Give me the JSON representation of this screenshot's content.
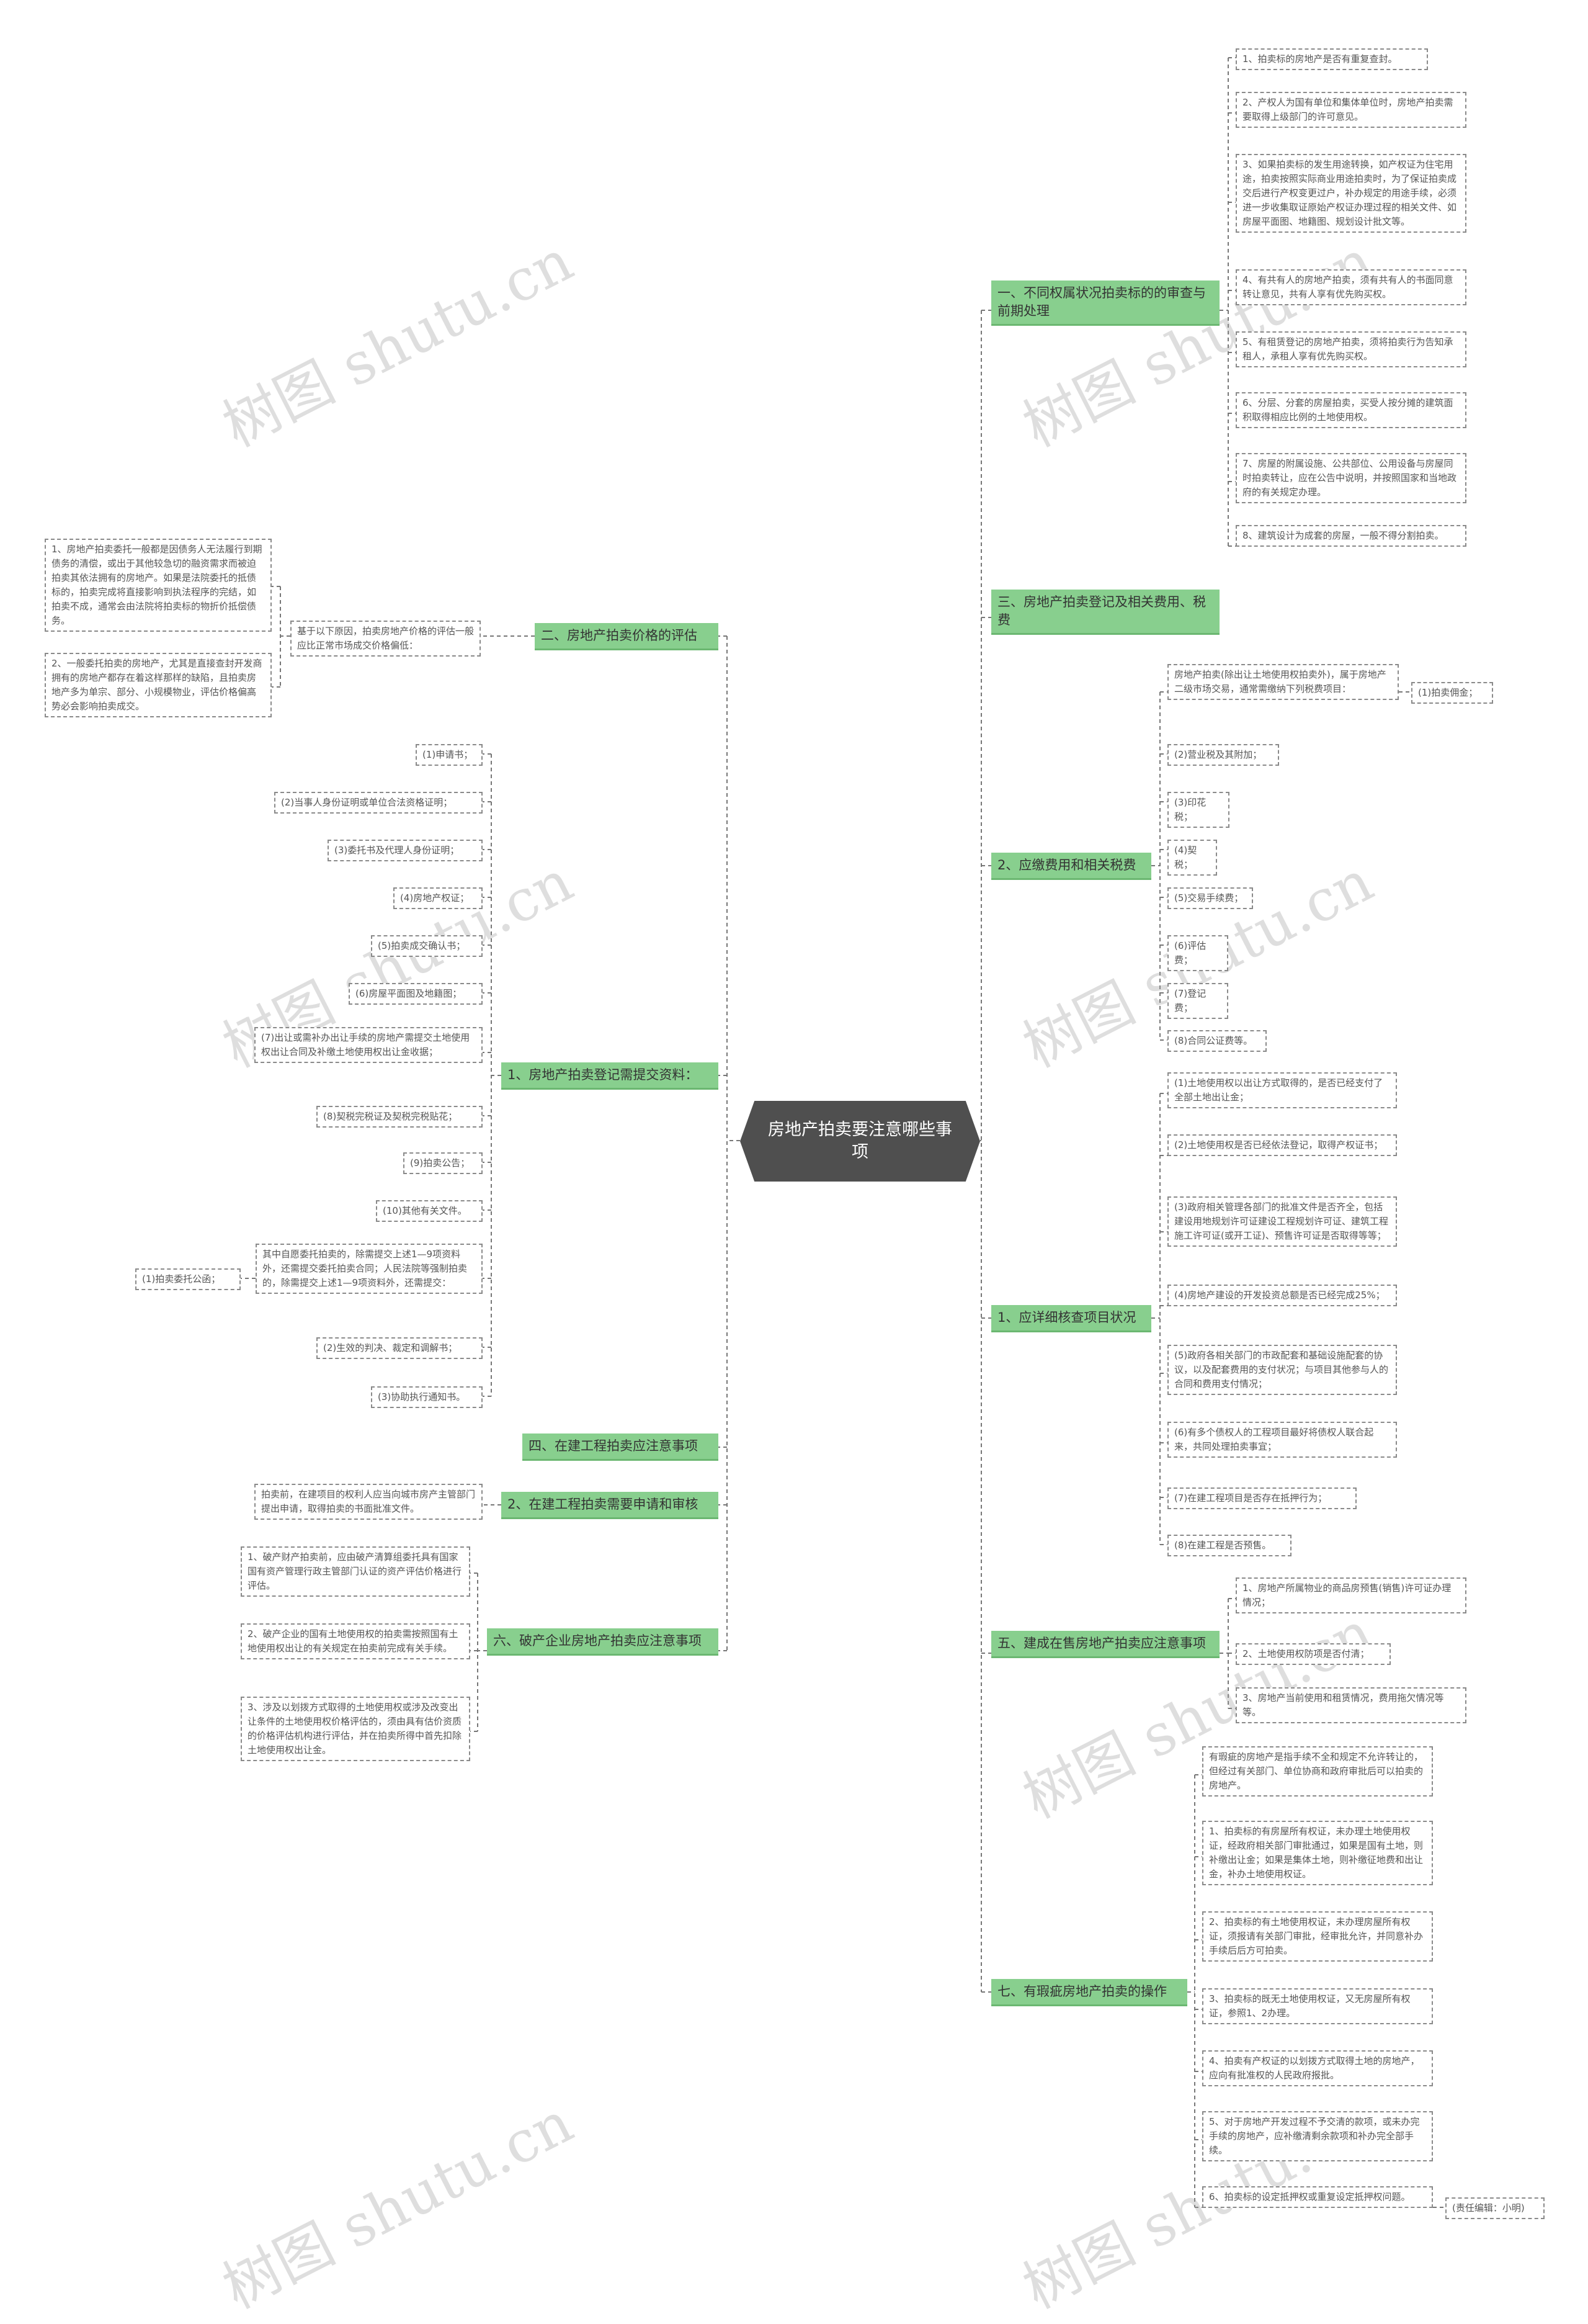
{
  "root": "房地产拍卖要注意哪些事项",
  "watermark": "树图 shutu.cn",
  "right": {
    "b1": {
      "label": "一、不同权属状况拍卖标的的审查与前期处理",
      "items": [
        "1、拍卖标的房地产是否有重复查封。",
        "2、产权人为国有单位和集体单位时，房地产拍卖需要取得上级部门的许可意见。",
        "3、如果拍卖标的发生用途转换，如产权证为住宅用途，拍卖按照实际商业用途拍卖时，为了保证拍卖成交后进行产权变更过户，补办规定的用途手续，必须进一步收集取证原始产权证办理过程的相关文件、如房屋平面图、地籍图、规划设计批文等。",
        "4、有共有人的房地产拍卖，须有共有人的书面同意转让意见，共有人享有优先购买权。",
        "5、有租赁登记的房地产拍卖，须将拍卖行为告知承租人，承租人享有优先购买权。",
        "6、分层、分套的房屋拍卖，买受人按分摊的建筑面积取得相应比例的土地使用权。",
        "7、房屋的附属设施、公共部位、公用设备与房屋同时拍卖转让，应在公告中说明，并按照国家和当地政府的有关规定办理。",
        "8、建筑设计为成套的房屋，一般不得分割拍卖。"
      ]
    },
    "b3": {
      "label": "三、房地产拍卖登记及相关费用、税费"
    },
    "b2": {
      "label": "2、应缴费用和相关税费",
      "items": [
        "房地产拍卖(除出让土地使用权拍卖外)，属于房地产二级市场交易，通常需缴纳下列税费项目：",
        "(2)营业税及其附加；",
        "(3)印花税；",
        "(4)契税；",
        "(5)交易手续费；",
        "(6)评估费；",
        "(7)登记费；",
        "(8)合同公证费等。"
      ],
      "sub": "(1)拍卖佣金；"
    },
    "b4": {
      "label": "1、应详细核查项目状况",
      "items": [
        "(1)土地使用权以出让方式取得的，是否已经支付了全部土地出让金；",
        "(2)土地使用权是否已经依法登记，取得产权证书；",
        "(3)政府相关管理各部门的批准文件是否齐全，包括建设用地规划许可证建设工程规划许可证、建筑工程施工许可证(或开工证)、预售许可证是否取得等等；",
        "(4)房地产建设的开发投资总额是否已经完成25%；",
        "(5)政府各相关部门的市政配套和基础设施配套的协议，以及配套费用的支付状况；与项目其他参与人的合同和费用支付情况；",
        "(6)有多个债权人的工程项目最好将债权人联合起来，共同处理拍卖事宜；",
        "(7)在建工程项目是否存在抵押行为；",
        "(8)在建工程是否预售。"
      ]
    },
    "b5": {
      "label": "五、建成在售房地产拍卖应注意事项",
      "items": [
        "1、房地产所属物业的商品房预售(销售)许可证办理情况；",
        "2、土地使用权防项是否付清；",
        "3、房地产当前使用和租赁情况，费用拖欠情况等等。"
      ]
    },
    "b7": {
      "label": "七、有瑕疵房地产拍卖的操作",
      "items": [
        "有瑕疵的房地产是指手续不全和规定不允许转让的，但经过有关部门、单位协商和政府审批后可以拍卖的房地产。",
        "1、拍卖标的有房屋所有权证，未办理土地使用权证，经政府相关部门审批通过，如果是国有土地，则补缴出让金；如果是集体土地，则补缴征地费和出让金，补办土地使用权证。",
        "2、拍卖标的有土地使用权证，未办理房屋所有权证，须报请有关部门审批，经审批允许，并同意补办手续后后方可拍卖。",
        "3、拍卖标的既无土地使用权证，又无房屋所有权证，参照1、2办理。",
        "4、拍卖有产权证的以划拨方式取得土地的房地产，应向有批准权的人民政府报批。",
        "5、对于房地产开发过程不予交清的款项，或未办完手续的房地产，应补缴清剩余款项和补办完全部手续。",
        "6、拍卖标的设定抵押权或重复设定抵押权问题。"
      ],
      "sub": "(责任编辑：小明)"
    }
  },
  "left": {
    "l2": {
      "label": "二、房地产拍卖价格的评估",
      "mid": "基于以下原因，拍卖房地产价格的评估一般应比正常市场成交价格偏低：",
      "items": [
        "1、房地产拍卖委托一般都是因债务人无法履行到期债务的清偿，或出于其他较急切的融资需求而被迫拍卖其依法拥有的房地产。如果是法院委托的抵债标的，拍卖完成将直接影响到执法程序的完结，如拍卖不成，通常会由法院将拍卖标的物折价抵偿债务。",
        "2、一般委托拍卖的房地产，尤其是直接查封开发商拥有的房地产都存在着这样那样的缺陷，且拍卖房地产多为单宗、部分、小规模物业，评估价格偏高势必会影响拍卖成交。"
      ]
    },
    "l1": {
      "label": "1、房地产拍卖登记需提交资料：",
      "items": [
        "(1)申请书；",
        "(2)当事人身份证明或单位合法资格证明；",
        "(3)委托书及代理人身份证明；",
        "(4)房地产权证；",
        "(5)拍卖成交确认书；",
        "(6)房屋平面图及地籍图；",
        "(7)出让或需补办出让手续的房地产需提交土地使用权出让合同及补缴土地使用权出让金收据；",
        "(8)契税完税证及契税完税贴花；",
        "(9)拍卖公告；",
        "(10)其他有关文件。",
        "其中自愿委托拍卖的，除需提交上述1—9项资料外，还需提交委托拍卖合同；人民法院等强制拍卖的，除需提交上述1—9项资料外，还需提交：",
        "(2)生效的判决、裁定和调解书；",
        "(3)协助执行通知书。"
      ],
      "sub": "(1)拍卖委托公函；"
    },
    "l4": {
      "label": "四、在建工程拍卖应注意事项"
    },
    "l2b": {
      "label": "2、在建工程拍卖需要申请和审核",
      "items": [
        "拍卖前，在建项目的权利人应当向城市房产主管部门提出申请，取得拍卖的书面批准文件。"
      ]
    },
    "l6": {
      "label": "六、破产企业房地产拍卖应注意事项",
      "items": [
        "1、破产财产拍卖前，应由破产清算组委托具有国家国有资产管理行政主管部门认证的资产评估价格进行评估。",
        "2、破产企业的国有土地使用权的拍卖需按照国有土地使用权出让的有关规定在拍卖前完成有关手续。",
        "3、涉及以划拨方式取得的土地使用权或涉及改变出让条件的土地使用权价格评估的，须由具有估价资质的价格评估机构进行评估，并在拍卖所得中首先扣除土地使用权出让金。"
      ]
    }
  }
}
